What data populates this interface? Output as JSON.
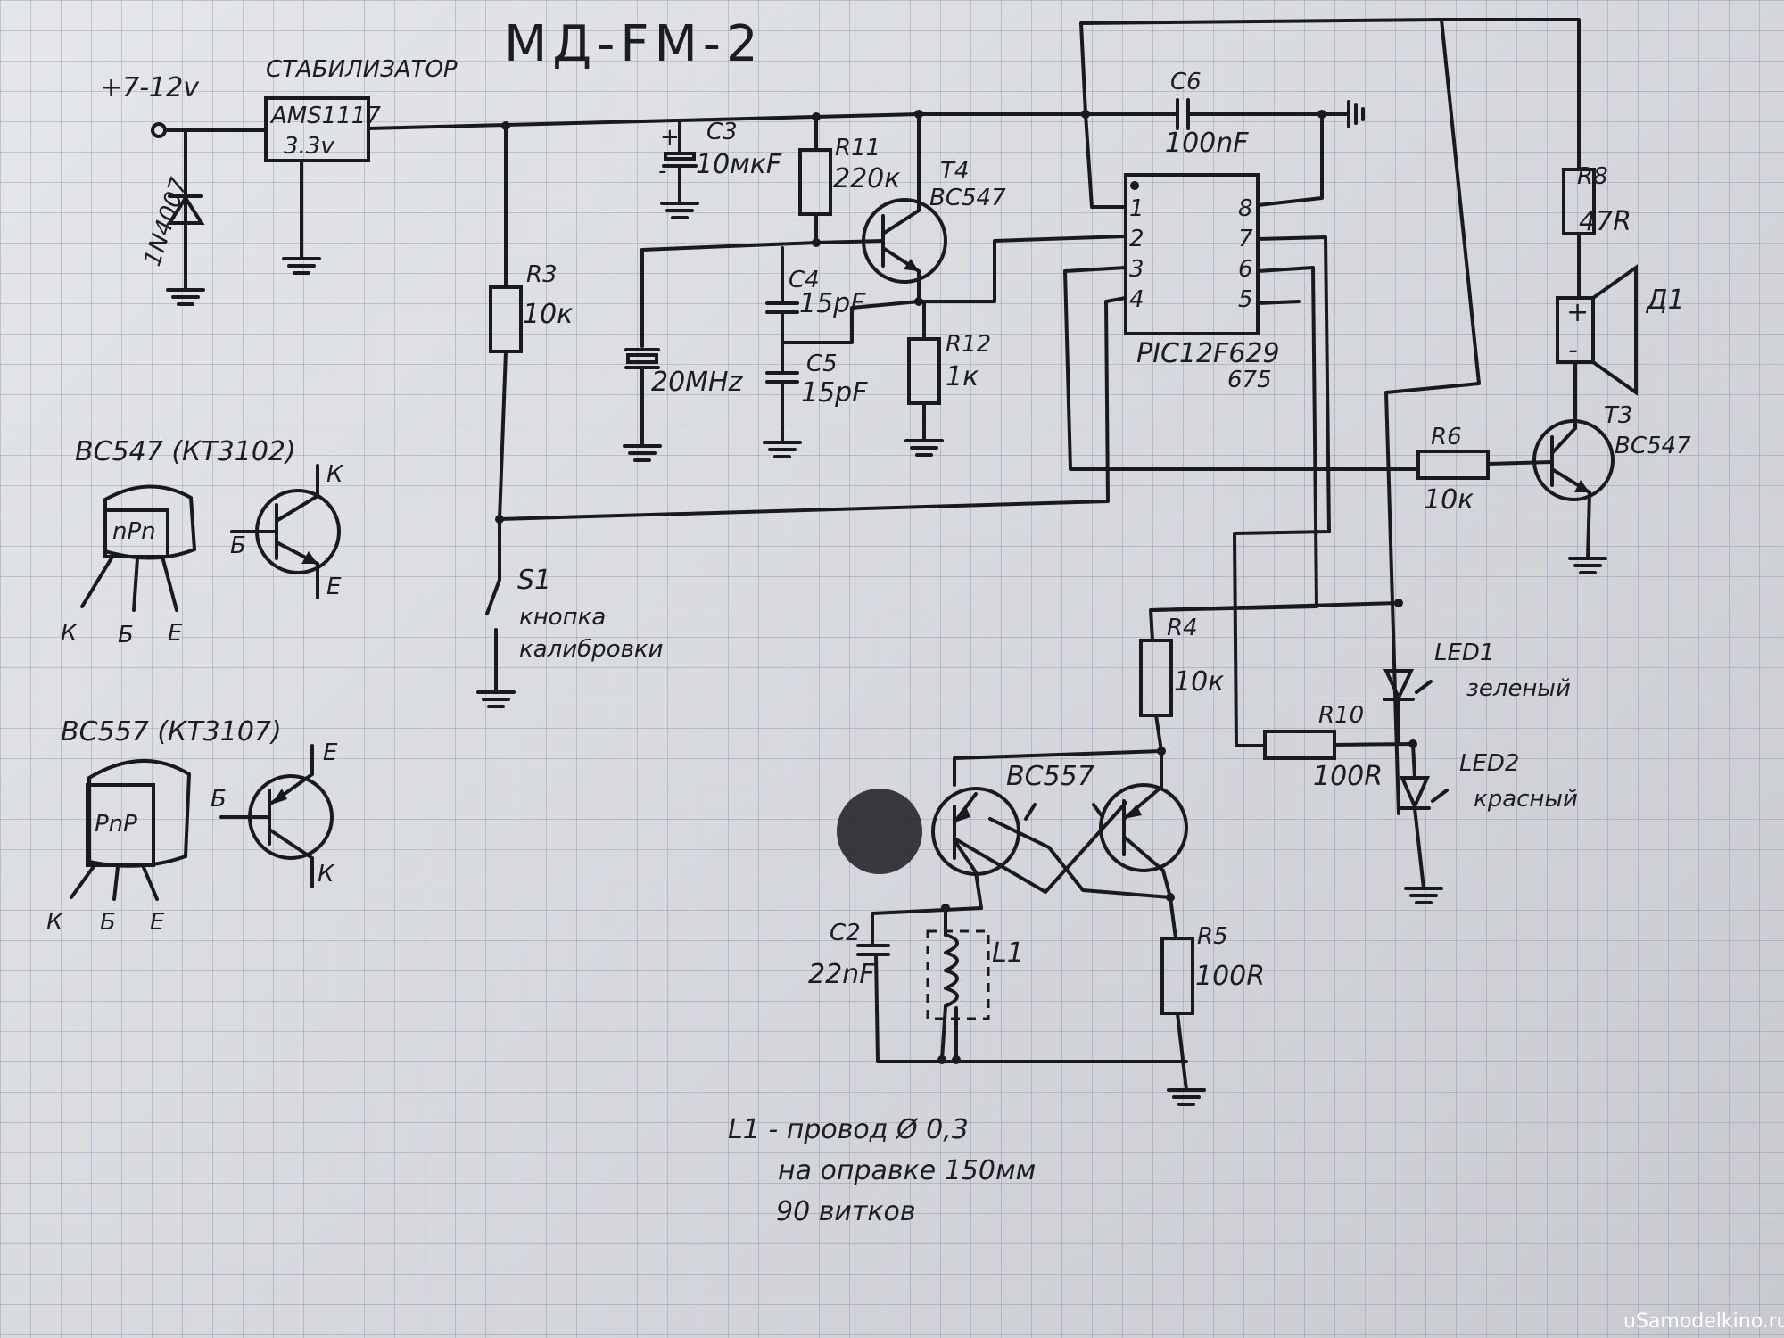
{
  "title": "МД-FM-2",
  "power": {
    "input": "+7-12v",
    "regulator_title": "СТАБИЛИЗАТОР",
    "regulator_chip": "AMS1117",
    "regulator_out": "3.3v",
    "diode": "1N4007"
  },
  "components": {
    "c3": {
      "ref": "C3",
      "value": "10мкF"
    },
    "r11": {
      "ref": "R11",
      "value": "220к"
    },
    "t4": {
      "ref": "T4",
      "type": "BC547"
    },
    "c6": {
      "ref": "C6",
      "value": "100nF"
    },
    "c4": {
      "ref": "C4",
      "value": "15pF"
    },
    "c5": {
      "ref": "C5",
      "value": "15pF"
    },
    "crystal": {
      "value": "20MHz"
    },
    "r12": {
      "ref": "R12",
      "value": "1к"
    },
    "r3": {
      "ref": "R3",
      "value": "10к"
    },
    "mcu": {
      "line1": "PIC12F629",
      "line2": "675",
      "pins": [
        "1",
        "2",
        "3",
        "4",
        "5",
        "6",
        "7",
        "8"
      ]
    },
    "r8": {
      "ref": "R8",
      "value": "47R"
    },
    "speaker": {
      "ref": "Д1"
    },
    "t3": {
      "ref": "T3",
      "type": "BC547"
    },
    "r6": {
      "ref": "R6",
      "value": "10к"
    },
    "s1": {
      "ref": "S1",
      "line1": "кнопка",
      "line2": "калибровки"
    },
    "r4": {
      "ref": "R4",
      "value": "10к"
    },
    "led1": {
      "ref": "LED1",
      "color": "зеленый"
    },
    "r10": {
      "ref": "R10",
      "value": "100R"
    },
    "led2": {
      "ref": "LED2",
      "color": "красный"
    },
    "osc": {
      "type": "BC557"
    },
    "c2": {
      "ref": "C2",
      "value": "22nF"
    },
    "l1": {
      "ref": "L1"
    },
    "r5": {
      "ref": "R5",
      "value": "100R"
    }
  },
  "pinouts": {
    "npn": {
      "title": "BC547 (КТ3102)",
      "body": "nPn",
      "pins": [
        "К",
        "Б",
        "Е"
      ],
      "k": "К",
      "b": "Б",
      "e": "Е"
    },
    "pnp": {
      "title": "BC557 (КТ3107)",
      "body": "PnP",
      "pins": [
        "К",
        "Б",
        "Е"
      ],
      "k": "К",
      "b": "Б",
      "e": "Е"
    }
  },
  "notes": [
    "L1 - провод Ø 0,3",
    "на оправке 150мм",
    "90 витков"
  ],
  "watermark": "uSamodelkino.ru"
}
